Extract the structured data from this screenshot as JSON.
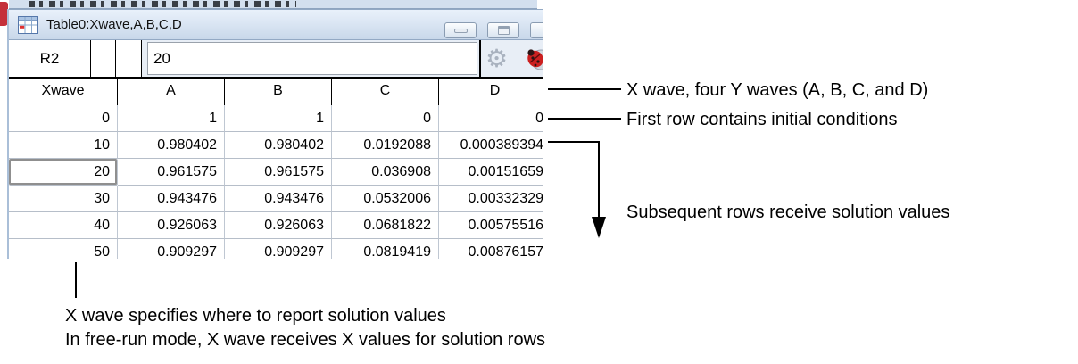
{
  "window": {
    "title": "Table0:Xwave,A,B,C,D",
    "buttons": {
      "minimize": "minimize",
      "restore": "restore"
    },
    "toolbar": {
      "cell_ref": "R2",
      "entry_value": "20"
    }
  },
  "table": {
    "columns": [
      "Xwave",
      "A",
      "B",
      "C",
      "D"
    ],
    "rows": [
      [
        "0",
        "1",
        "1",
        "0",
        "0"
      ],
      [
        "10",
        "0.980402",
        "0.980402",
        "0.0192088",
        "0.000389394"
      ],
      [
        "20",
        "0.961575",
        "0.961575",
        "0.036908",
        "0.00151659"
      ],
      [
        "30",
        "0.943476",
        "0.943476",
        "0.0532006",
        "0.00332329"
      ],
      [
        "40",
        "0.926063",
        "0.926063",
        "0.0681822",
        "0.00575516"
      ],
      [
        "50",
        "0.909297",
        "0.909297",
        "0.0819419",
        "0.00876157"
      ]
    ],
    "selected": {
      "row_index": 2,
      "col_index": 0,
      "row_label": "20",
      "column": "Xwave"
    }
  },
  "annotations": {
    "columns_note": "X wave, four Y waves (A, B, C, and D)",
    "first_row_note": "First row contains initial conditions",
    "subsequent_rows_note": "Subsequent rows receive solution values",
    "bottom_note_line1": "X wave specifies where to report solution values",
    "bottom_note_line2": "In free-run mode, X wave receives X values for solution rows"
  },
  "colors": {
    "titlebar_top": "#e9f1fb",
    "titlebar_bottom": "#c9d8ea",
    "toolbar_bg": "#e8eef6",
    "grid_line": "#bfc7d2",
    "selection_frame": "#8f8f8f",
    "annotation_text": "#000000",
    "bug_icon_red": "#cc2020",
    "gear_icon_gray": "#a9b2bf"
  },
  "icons": [
    "table-icon",
    "gear-icon",
    "bug-icon",
    "minimize-button",
    "restore-button"
  ]
}
